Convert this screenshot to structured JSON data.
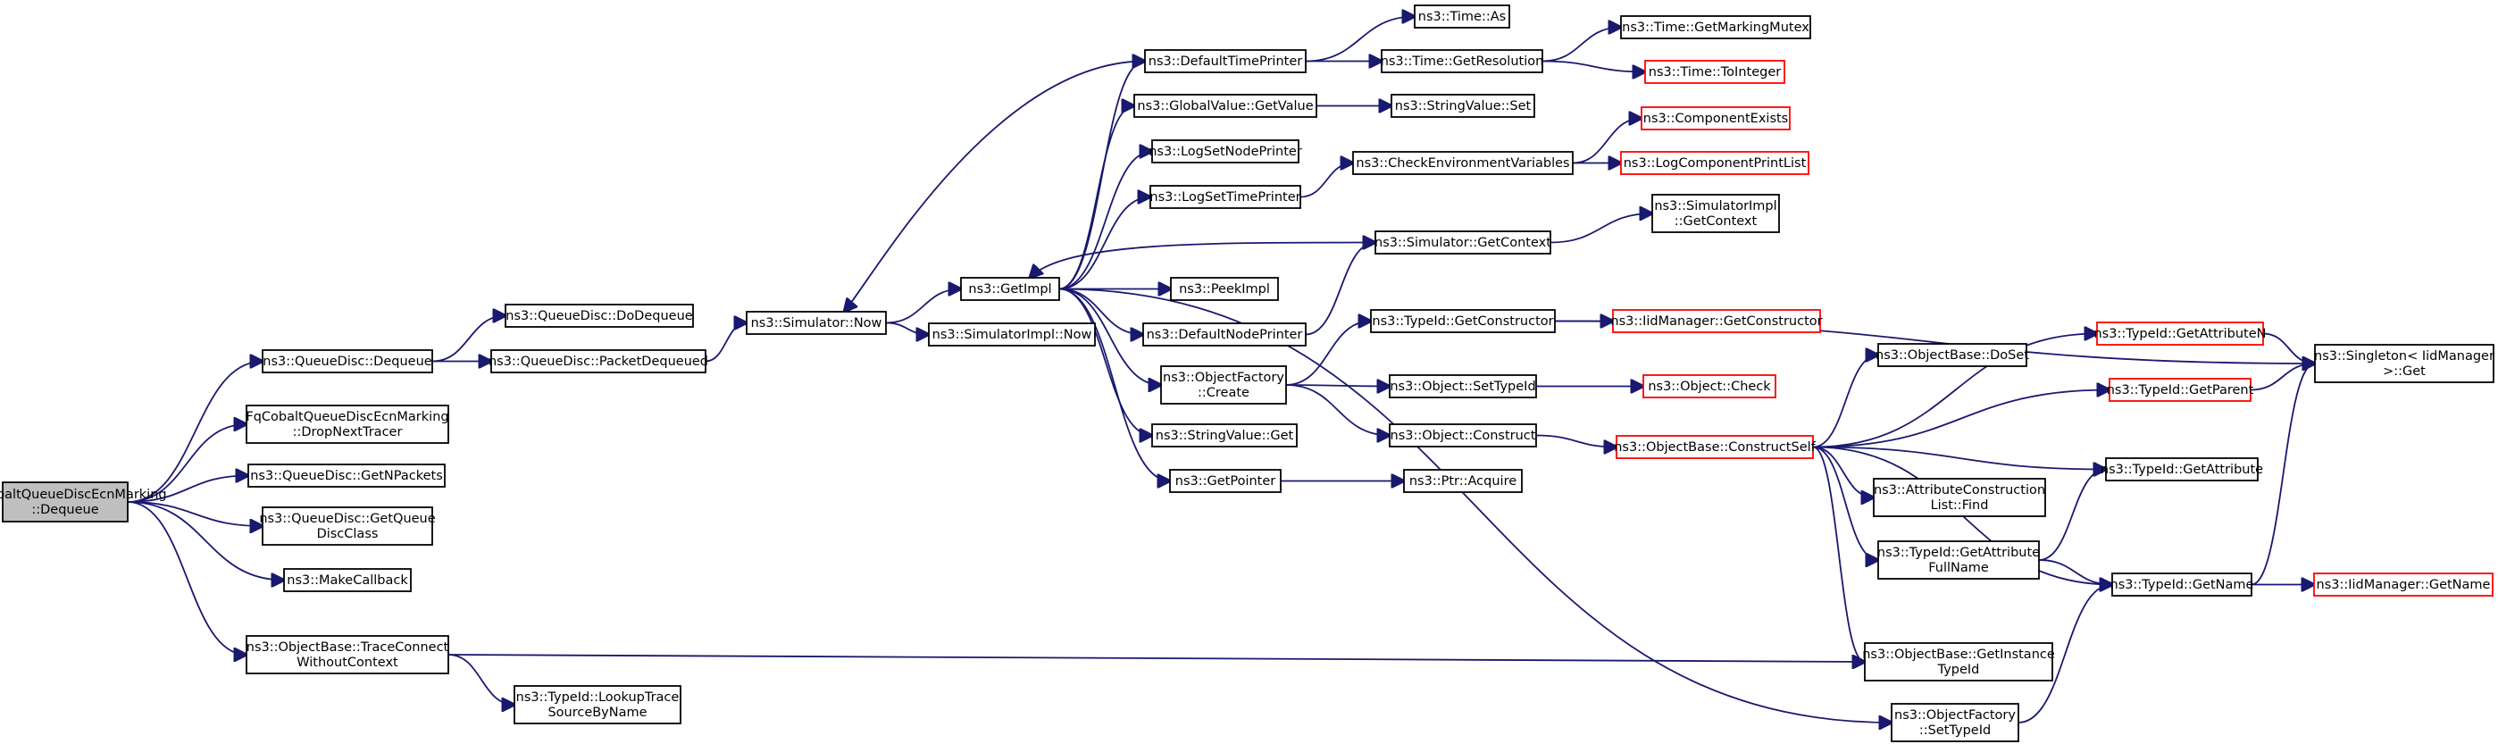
{
  "nodes": [
    {
      "id": "root",
      "lines": [
        "FqCobaltQueueDiscEcnMarking",
        "::Dequeue"
      ],
      "style": "root"
    },
    {
      "id": "qd_dequeue",
      "lines": [
        "ns3::QueueDisc::Dequeue"
      ],
      "style": "normal"
    },
    {
      "id": "dropnext",
      "lines": [
        "FqCobaltQueueDiscEcnMarking",
        "::DropNextTracer"
      ],
      "style": "normal"
    },
    {
      "id": "getnpackets",
      "lines": [
        "ns3::QueueDisc::GetNPackets"
      ],
      "style": "normal"
    },
    {
      "id": "getqueuediscclass",
      "lines": [
        "ns3::QueueDisc::GetQueue",
        "DiscClass"
      ],
      "style": "normal"
    },
    {
      "id": "makecallback",
      "lines": [
        "ns3::MakeCallback"
      ],
      "style": "normal"
    },
    {
      "id": "traceconnect",
      "lines": [
        "ns3::ObjectBase::TraceConnect",
        "WithoutContext"
      ],
      "style": "normal"
    },
    {
      "id": "dodequeue",
      "lines": [
        "ns3::QueueDisc::DoDequeue"
      ],
      "style": "normal"
    },
    {
      "id": "packetdequeued",
      "lines": [
        "ns3::QueueDisc::PacketDequeued"
      ],
      "style": "normal"
    },
    {
      "id": "lookuptrace",
      "lines": [
        "ns3::TypeId::LookupTrace",
        "SourceByName"
      ],
      "style": "normal"
    },
    {
      "id": "sim_now",
      "lines": [
        "ns3::Simulator::Now"
      ],
      "style": "normal"
    },
    {
      "id": "getimpl",
      "lines": [
        "ns3::GetImpl"
      ],
      "style": "normal"
    },
    {
      "id": "simimpl_now",
      "lines": [
        "ns3::SimulatorImpl::Now"
      ],
      "style": "normal"
    },
    {
      "id": "defaulttimeprinter",
      "lines": [
        "ns3::DefaultTimePrinter"
      ],
      "style": "normal"
    },
    {
      "id": "gv_getvalue",
      "lines": [
        "ns3::GlobalValue::GetValue"
      ],
      "style": "normal"
    },
    {
      "id": "logsetnodeprinter",
      "lines": [
        "ns3::LogSetNodePrinter"
      ],
      "style": "normal"
    },
    {
      "id": "logsettimeprinter",
      "lines": [
        "ns3::LogSetTimePrinter"
      ],
      "style": "normal"
    },
    {
      "id": "peekimpl",
      "lines": [
        "ns3::PeekImpl"
      ],
      "style": "normal"
    },
    {
      "id": "defaultnodeprinter",
      "lines": [
        "ns3::DefaultNodePrinter"
      ],
      "style": "normal"
    },
    {
      "id": "objfactory_create",
      "lines": [
        "ns3::ObjectFactory",
        "::Create"
      ],
      "style": "normal"
    },
    {
      "id": "stringvalue_get",
      "lines": [
        "ns3::StringValue::Get"
      ],
      "style": "normal"
    },
    {
      "id": "getpointer",
      "lines": [
        "ns3::GetPointer"
      ],
      "style": "normal"
    },
    {
      "id": "time_as",
      "lines": [
        "ns3::Time::As"
      ],
      "style": "normal"
    },
    {
      "id": "time_getresolution",
      "lines": [
        "ns3::Time::GetResolution"
      ],
      "style": "normal"
    },
    {
      "id": "stringvalue_set",
      "lines": [
        "ns3::StringValue::Set"
      ],
      "style": "normal"
    },
    {
      "id": "checkenv",
      "lines": [
        "ns3::CheckEnvironmentVariables"
      ],
      "style": "normal"
    },
    {
      "id": "sim_getcontext",
      "lines": [
        "ns3::Simulator::GetContext"
      ],
      "style": "normal"
    },
    {
      "id": "typeid_getconstructor",
      "lines": [
        "ns3::TypeId::GetConstructor"
      ],
      "style": "normal"
    },
    {
      "id": "object_settypeid",
      "lines": [
        "ns3::Object::SetTypeId"
      ],
      "style": "normal"
    },
    {
      "id": "object_construct",
      "lines": [
        "ns3::Object::Construct"
      ],
      "style": "normal"
    },
    {
      "id": "ptr_acquire",
      "lines": [
        "ns3::Ptr::Acquire"
      ],
      "style": "normal"
    },
    {
      "id": "time_getmarkingmutex",
      "lines": [
        "ns3::Time::GetMarkingMutex"
      ],
      "style": "normal"
    },
    {
      "id": "time_tointeger",
      "lines": [
        "ns3::Time::ToInteger"
      ],
      "style": "red"
    },
    {
      "id": "componentexists",
      "lines": [
        "ns3::ComponentExists"
      ],
      "style": "red"
    },
    {
      "id": "logcomponentprintlist",
      "lines": [
        "ns3::LogComponentPrintList"
      ],
      "style": "red"
    },
    {
      "id": "simimpl_getcontext",
      "lines": [
        "ns3::SimulatorImpl",
        "::GetContext"
      ],
      "style": "normal"
    },
    {
      "id": "iidmanager_getconstructor",
      "lines": [
        "ns3::IidManager::GetConstructor"
      ],
      "style": "red"
    },
    {
      "id": "object_check",
      "lines": [
        "ns3::Object::Check"
      ],
      "style": "red"
    },
    {
      "id": "objbase_constructself",
      "lines": [
        "ns3::ObjectBase::ConstructSelf"
      ],
      "style": "red"
    },
    {
      "id": "objbase_doset",
      "lines": [
        "ns3::ObjectBase::DoSet"
      ],
      "style": "normal"
    },
    {
      "id": "attrconstructionlist_find",
      "lines": [
        "ns3::AttributeConstruction",
        "List::Find"
      ],
      "style": "normal"
    },
    {
      "id": "typeid_getattributefullname",
      "lines": [
        "ns3::TypeId::GetAttribute",
        "FullName"
      ],
      "style": "normal"
    },
    {
      "id": "objbase_getinstancetypeid",
      "lines": [
        "ns3::ObjectBase::GetInstance",
        "TypeId"
      ],
      "style": "normal"
    },
    {
      "id": "objfactory_settypeid",
      "lines": [
        "ns3::ObjectFactory",
        "::SetTypeId"
      ],
      "style": "normal"
    },
    {
      "id": "typeid_getattributen",
      "lines": [
        "ns3::TypeId::GetAttributeN"
      ],
      "style": "red"
    },
    {
      "id": "typeid_getparent",
      "lines": [
        "ns3::TypeId::GetParent"
      ],
      "style": "red"
    },
    {
      "id": "typeid_getattribute",
      "lines": [
        "ns3::TypeId::GetAttribute"
      ],
      "style": "normal"
    },
    {
      "id": "typeid_getname",
      "lines": [
        "ns3::TypeId::GetName"
      ],
      "style": "normal"
    },
    {
      "id": "singleton_get",
      "lines": [
        "ns3::Singleton< IidManager",
        " >::Get"
      ],
      "style": "normal"
    },
    {
      "id": "iidmanager_getname",
      "lines": [
        "ns3::IidManager::GetName"
      ],
      "style": "red"
    }
  ],
  "edges": [
    {
      "from": "root",
      "to": "qd_dequeue"
    },
    {
      "from": "root",
      "to": "dropnext"
    },
    {
      "from": "root",
      "to": "getnpackets"
    },
    {
      "from": "root",
      "to": "getqueuediscclass"
    },
    {
      "from": "root",
      "to": "makecallback"
    },
    {
      "from": "root",
      "to": "traceconnect"
    },
    {
      "from": "qd_dequeue",
      "to": "dodequeue"
    },
    {
      "from": "qd_dequeue",
      "to": "packetdequeued"
    },
    {
      "from": "packetdequeued",
      "to": "sim_now"
    },
    {
      "from": "sim_now",
      "to": "getimpl"
    },
    {
      "from": "sim_now",
      "to": "simimpl_now"
    },
    {
      "from": "getimpl",
      "to": "defaulttimeprinter"
    },
    {
      "from": "getimpl",
      "to": "gv_getvalue"
    },
    {
      "from": "getimpl",
      "to": "logsetnodeprinter"
    },
    {
      "from": "getimpl",
      "to": "logsettimeprinter"
    },
    {
      "from": "getimpl",
      "to": "peekimpl"
    },
    {
      "from": "getimpl",
      "to": "defaultnodeprinter"
    },
    {
      "from": "getimpl",
      "to": "objfactory_create"
    },
    {
      "from": "getimpl",
      "to": "stringvalue_get"
    },
    {
      "from": "getimpl",
      "to": "getpointer"
    },
    {
      "from": "getimpl",
      "to": "objfactory_settypeid"
    },
    {
      "from": "defaulttimeprinter",
      "to": "sim_now"
    },
    {
      "from": "defaulttimeprinter",
      "to": "time_as"
    },
    {
      "from": "defaulttimeprinter",
      "to": "time_getresolution"
    },
    {
      "from": "time_getresolution",
      "to": "time_getmarkingmutex"
    },
    {
      "from": "time_getresolution",
      "to": "time_tointeger"
    },
    {
      "from": "gv_getvalue",
      "to": "stringvalue_set"
    },
    {
      "from": "logsettimeprinter",
      "to": "checkenv"
    },
    {
      "from": "checkenv",
      "to": "componentexists"
    },
    {
      "from": "checkenv",
      "to": "logcomponentprintlist"
    },
    {
      "from": "defaultnodeprinter",
      "to": "sim_getcontext"
    },
    {
      "from": "sim_getcontext",
      "to": "getimpl"
    },
    {
      "from": "sim_getcontext",
      "to": "simimpl_getcontext"
    },
    {
      "from": "objfactory_create",
      "to": "typeid_getconstructor"
    },
    {
      "from": "objfactory_create",
      "to": "object_settypeid"
    },
    {
      "from": "objfactory_create",
      "to": "object_construct"
    },
    {
      "from": "typeid_getconstructor",
      "to": "iidmanager_getconstructor"
    },
    {
      "from": "typeid_getconstructor",
      "to": "singleton_get"
    },
    {
      "from": "object_settypeid",
      "to": "object_check"
    },
    {
      "from": "object_construct",
      "to": "objbase_constructself"
    },
    {
      "from": "getpointer",
      "to": "ptr_acquire"
    },
    {
      "from": "objbase_constructself",
      "to": "typeid_getattributen"
    },
    {
      "from": "objbase_constructself",
      "to": "objbase_doset"
    },
    {
      "from": "objbase_constructself",
      "to": "typeid_getparent"
    },
    {
      "from": "objbase_constructself",
      "to": "typeid_getattribute"
    },
    {
      "from": "objbase_constructself",
      "to": "attrconstructionlist_find"
    },
    {
      "from": "objbase_constructself",
      "to": "typeid_getattributefullname"
    },
    {
      "from": "objbase_constructself",
      "to": "typeid_getname"
    },
    {
      "from": "objbase_constructself",
      "to": "objbase_getinstancetypeid"
    },
    {
      "from": "typeid_getattributefullname",
      "to": "typeid_getattribute"
    },
    {
      "from": "typeid_getattributefullname",
      "to": "typeid_getname"
    },
    {
      "from": "typeid_getattributen",
      "to": "singleton_get"
    },
    {
      "from": "typeid_getparent",
      "to": "singleton_get"
    },
    {
      "from": "typeid_getname",
      "to": "singleton_get"
    },
    {
      "from": "typeid_getname",
      "to": "iidmanager_getname"
    },
    {
      "from": "objfactory_settypeid",
      "to": "typeid_getname"
    },
    {
      "from": "traceconnect",
      "to": "objbase_getinstancetypeid"
    },
    {
      "from": "traceconnect",
      "to": "lookuptrace"
    }
  ]
}
